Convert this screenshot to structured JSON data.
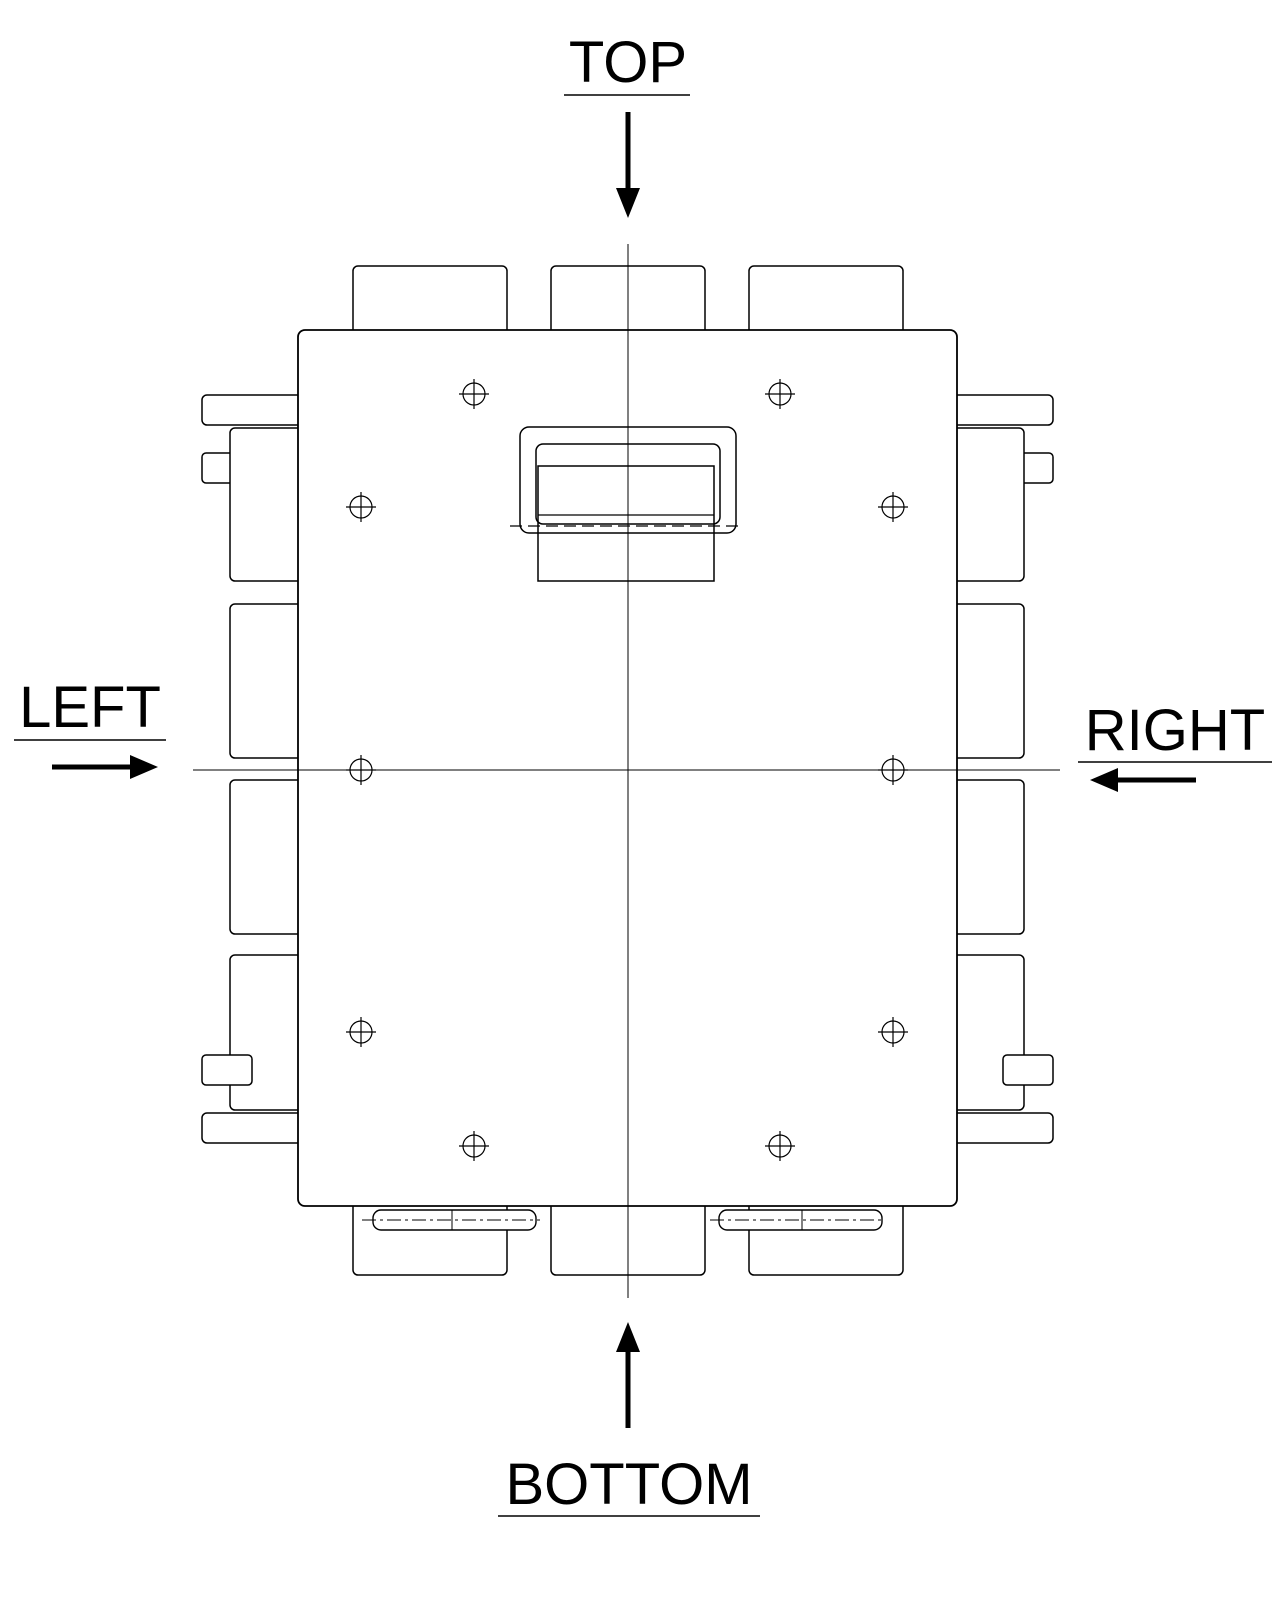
{
  "labels": {
    "top": "TOP",
    "bottom": "BOTTOM",
    "left": "LEFT",
    "right": "RIGHT"
  },
  "colors": {
    "stroke": "#000000",
    "background": "#ffffff"
  }
}
